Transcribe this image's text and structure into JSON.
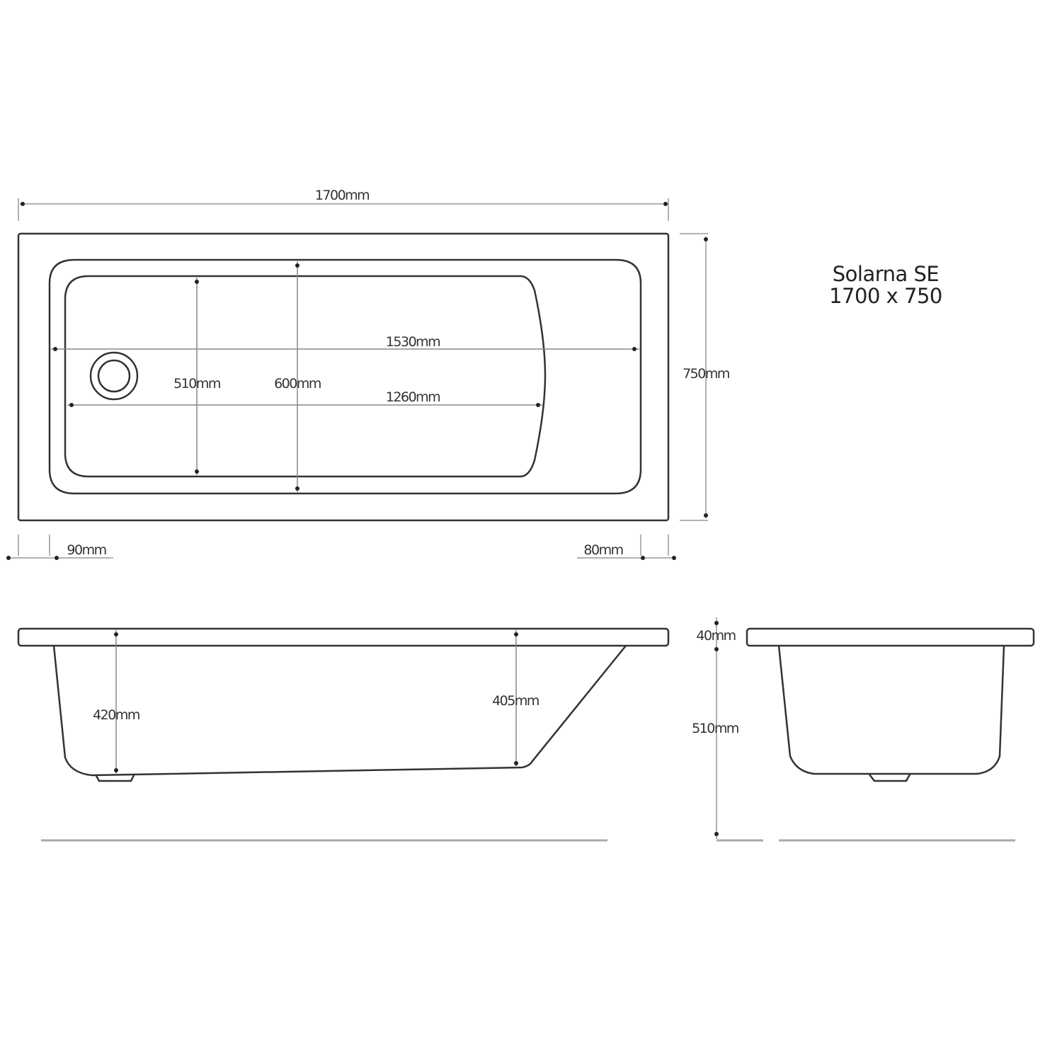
{
  "title": {
    "model": "Solarna SE",
    "size": "1700 x 750"
  },
  "top_view": {
    "overall_length": "1700mm",
    "overall_width": "750mm",
    "outer_inner_length": "1530mm",
    "base_length": "1260mm",
    "base_width": "510mm",
    "inner_width": "600mm",
    "left_rim": "90mm",
    "right_rim": "80mm",
    "waste_icon": "drain-waste"
  },
  "side_view": {
    "depth_waste_end": "420mm",
    "depth_tap_end": "405mm"
  },
  "end_view": {
    "rim_thickness": "40mm",
    "overall_height": "510mm"
  }
}
